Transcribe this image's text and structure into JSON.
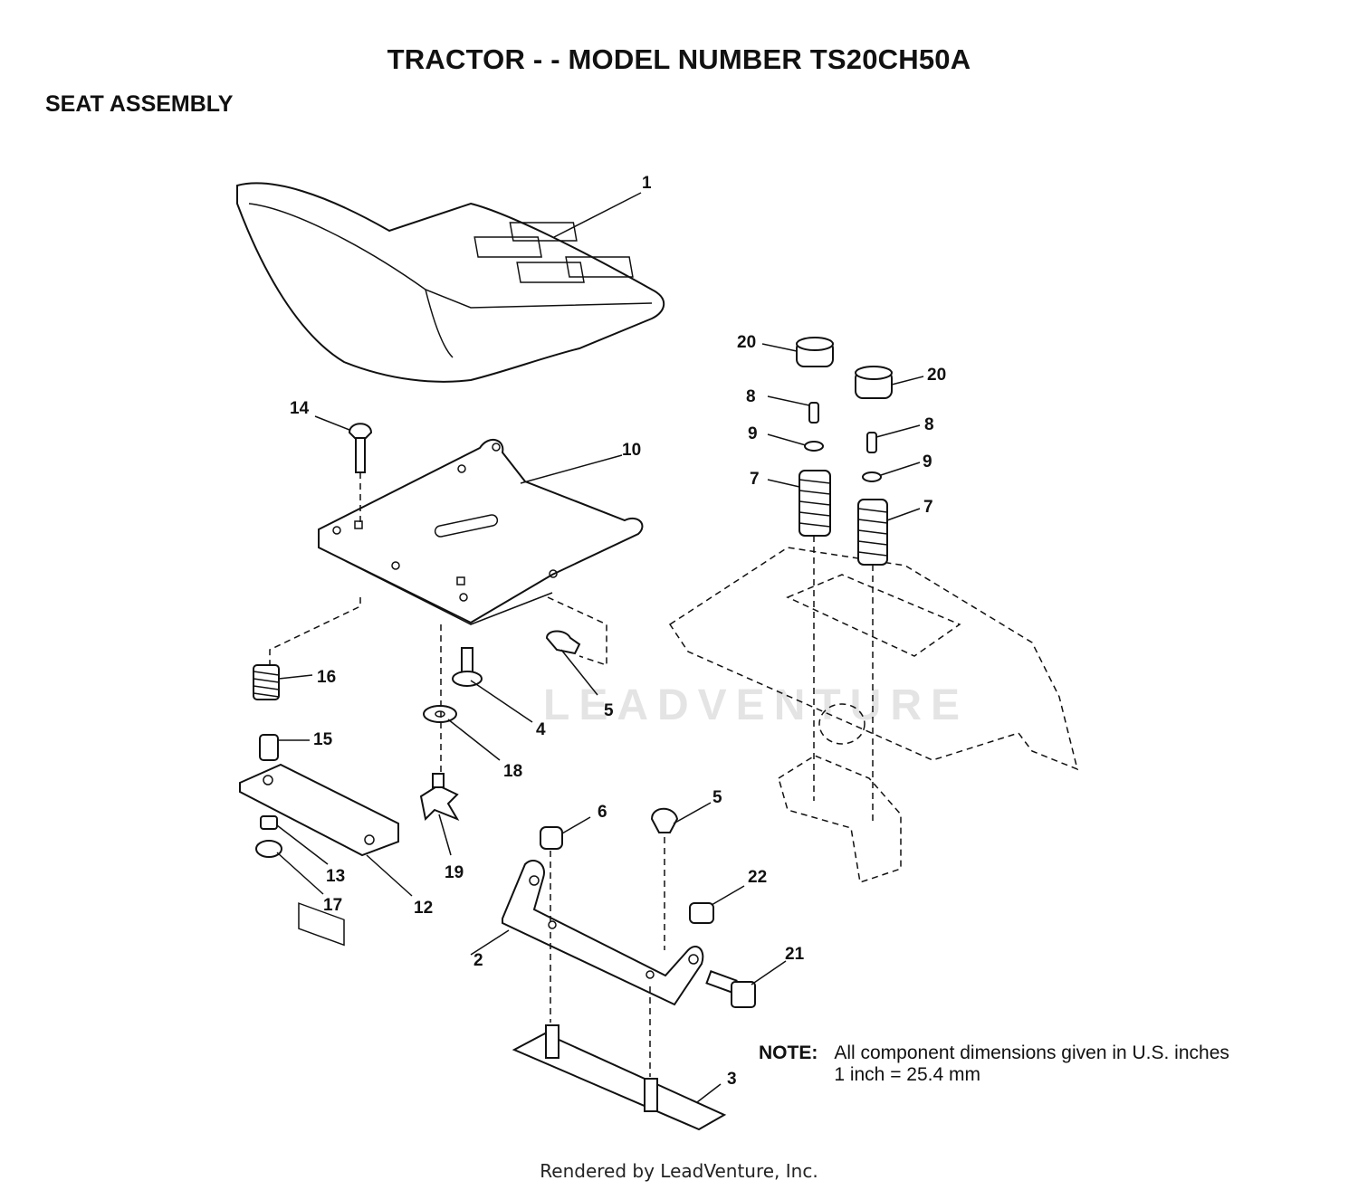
{
  "header": {
    "title": "TRACTOR - - MODEL NUMBER TS20CH50A",
    "section": "SEAT ASSEMBLY"
  },
  "watermark": "LEADVENTURE",
  "callouts": [
    "1",
    "2",
    "3",
    "4",
    "5",
    "5",
    "6",
    "7",
    "7",
    "8",
    "8",
    "9",
    "9",
    "10",
    "12",
    "13",
    "14",
    "15",
    "16",
    "17",
    "18",
    "19",
    "20",
    "20",
    "21",
    "22"
  ],
  "note": {
    "label": "NOTE:",
    "line1": "All component dimensions given in U.S. inches",
    "line2": "1 inch = 25.4 mm"
  },
  "footer": "Rendered by LeadVenture, Inc."
}
